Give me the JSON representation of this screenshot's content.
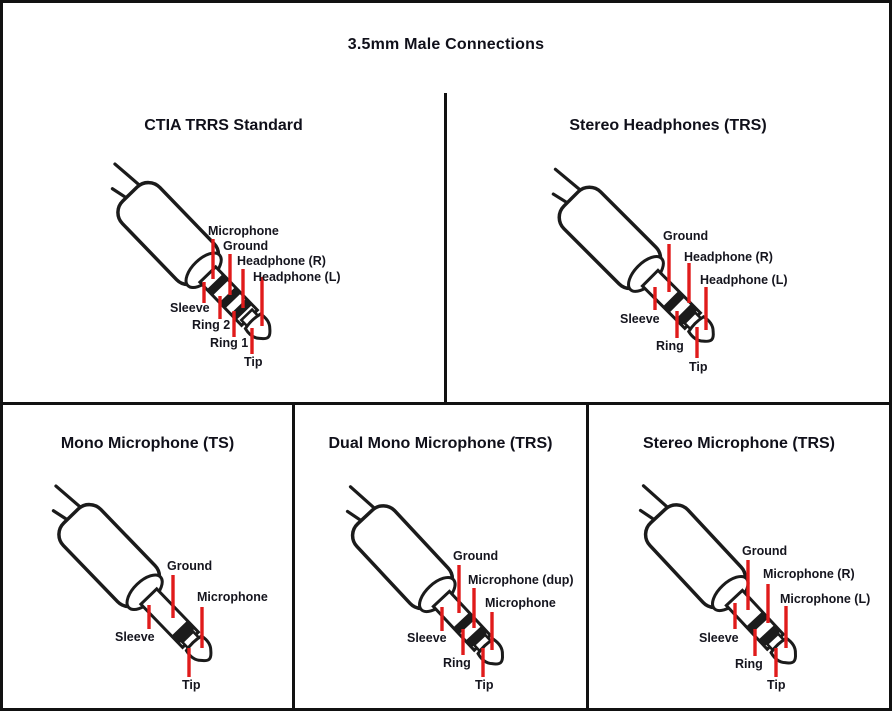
{
  "title": "3.5mm Male Connections",
  "colors": {
    "background": "#ffffff",
    "line_art": "#1b1b1b",
    "leader_line": "#e01b1b",
    "text": "#15151e"
  },
  "panels": [
    {
      "title": "CTIA TRRS Standard",
      "connector_type": "TRRS",
      "insulator_bands": 3,
      "top_labels": [
        "Microphone",
        "Ground",
        "Headphone (R)",
        "Headphone (L)"
      ],
      "bottom_labels": [
        "Sleeve",
        "Ring 2",
        "Ring 1",
        "Tip"
      ]
    },
    {
      "title": "Stereo Headphones (TRS)",
      "connector_type": "TRS",
      "insulator_bands": 2,
      "top_labels": [
        "Ground",
        "Headphone (R)",
        "Headphone (L)"
      ],
      "bottom_labels": [
        "Sleeve",
        "Ring",
        "Tip"
      ]
    },
    {
      "title": "Mono Microphone (TS)",
      "connector_type": "TS",
      "insulator_bands": 1,
      "top_labels": [
        "Ground",
        "Microphone"
      ],
      "bottom_labels": [
        "Sleeve",
        "Tip"
      ]
    },
    {
      "title": "Dual Mono Microphone (TRS)",
      "connector_type": "TRS",
      "insulator_bands": 2,
      "top_labels": [
        "Ground",
        "Microphone (dup)",
        "Microphone"
      ],
      "bottom_labels": [
        "Sleeve",
        "Ring",
        "Tip"
      ]
    },
    {
      "title": "Stereo Microphone (TRS)",
      "connector_type": "TRS",
      "insulator_bands": 2,
      "top_labels": [
        "Ground",
        "Microphone (R)",
        "Microphone (L)"
      ],
      "bottom_labels": [
        "Sleeve",
        "Ring",
        "Tip"
      ]
    }
  ]
}
